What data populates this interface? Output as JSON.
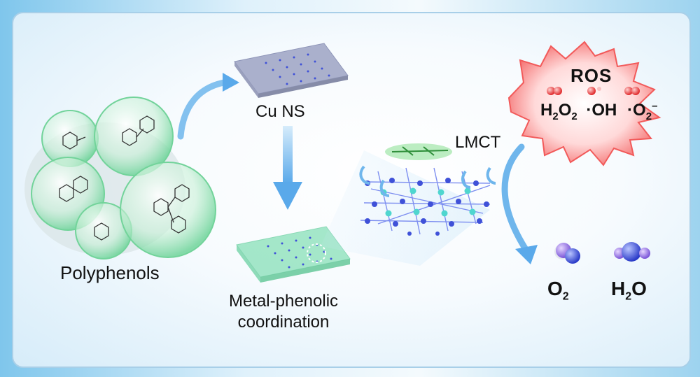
{
  "labels": {
    "polyphenols": "Polyphenols",
    "cu_ns": "Cu NS",
    "metal_phenolic_line1": "Metal-phenolic",
    "metal_phenolic_line2": "coordination",
    "lmct": "LMCT"
  },
  "ros": {
    "title": "ROS",
    "species": [
      {
        "base": "H",
        "sub1": "2",
        "mid": "O",
        "sub2": "2",
        "sup": ""
      },
      {
        "base": "·OH",
        "sub1": "",
        "mid": "",
        "sub2": "",
        "sup": ""
      },
      {
        "base": "·O",
        "sub1": "2",
        "mid": "",
        "sub2": "",
        "sup": "–"
      }
    ]
  },
  "products": {
    "o2": {
      "base": "O",
      "sub": "2"
    },
    "h2o": {
      "base": "H",
      "sub": "2",
      "tail": "O"
    }
  },
  "colors": {
    "sphere": "#9be3b4",
    "nanosheet": "#a9aecb",
    "coated_sheet": "#8fe2bd",
    "arrow": "#6fb6ec",
    "burst": "#f25a5a",
    "molecule": "#3f51d8",
    "copper_node": "#4fd6cf"
  }
}
